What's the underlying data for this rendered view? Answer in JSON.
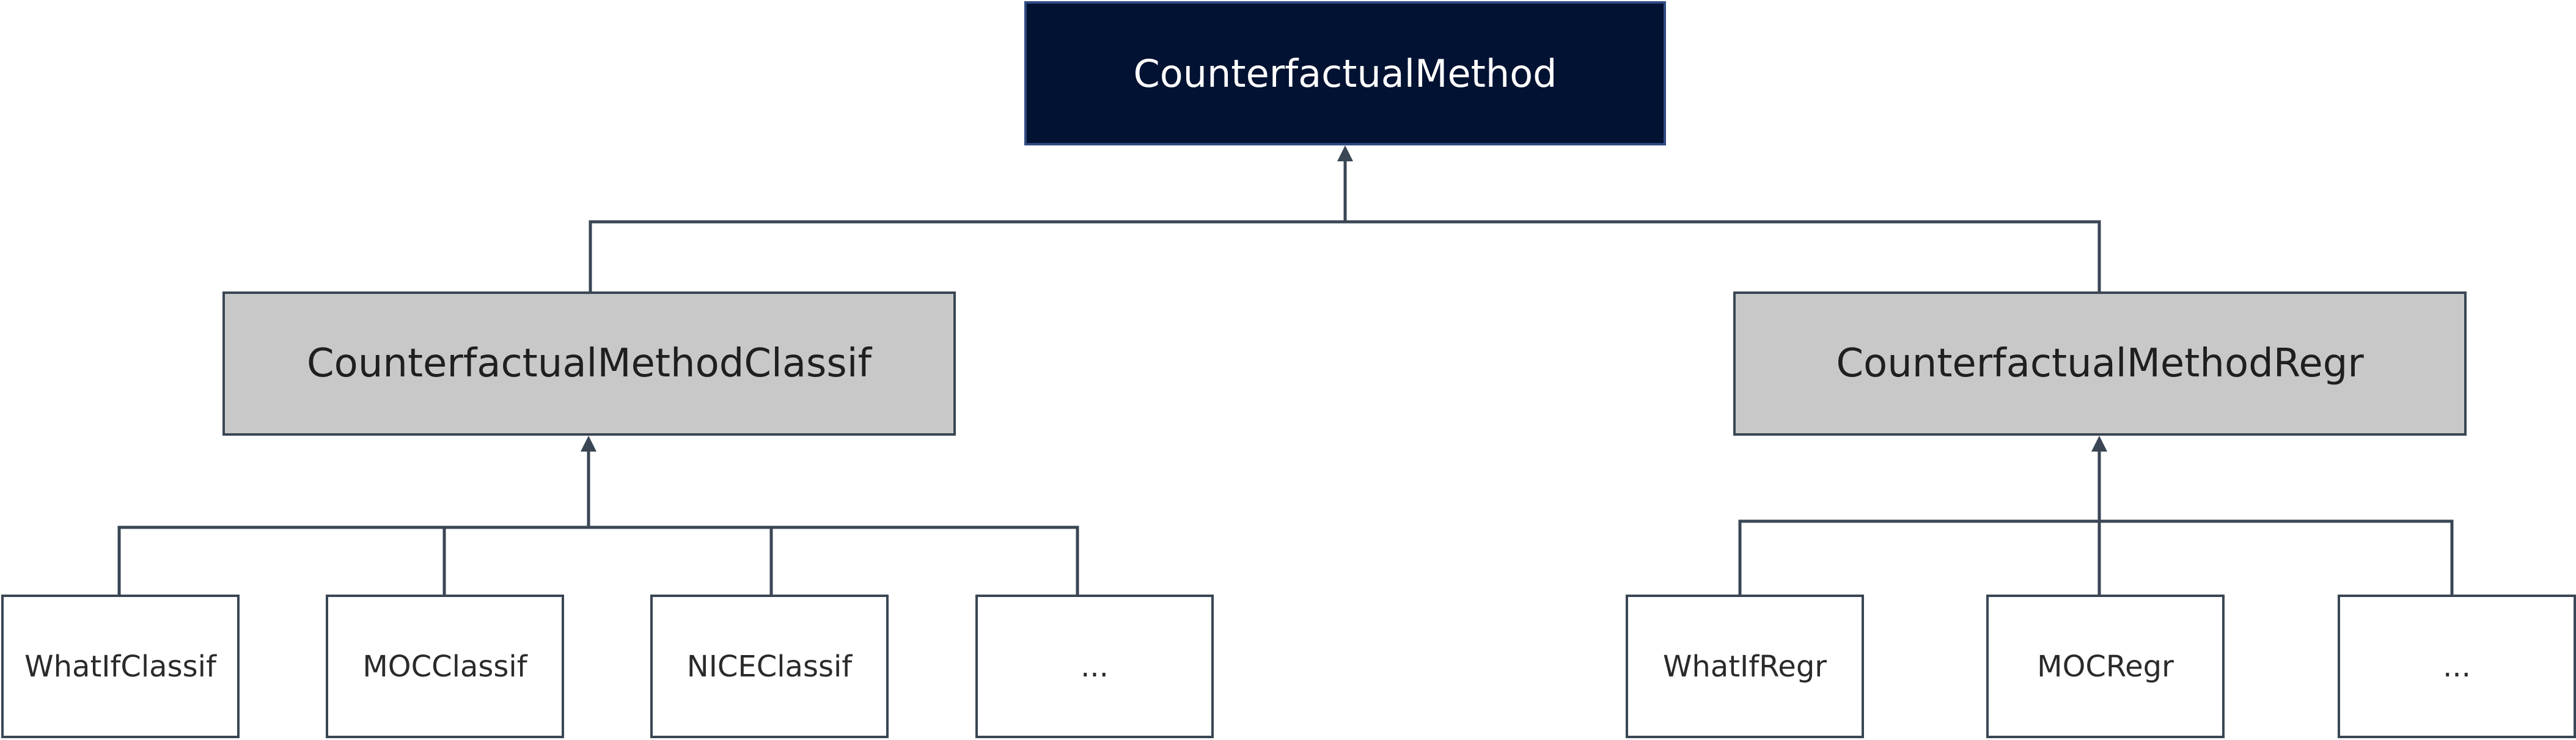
{
  "diagram": {
    "root": {
      "label": "CounterfactualMethod"
    },
    "classif": {
      "label": "CounterfactualMethodClassif",
      "children": [
        "WhatIfClassif",
        "MOCClassif",
        "NICEClassif",
        "..."
      ]
    },
    "regr": {
      "label": "CounterfactualMethodRegr",
      "children": [
        "WhatIfRegr",
        "MOCRegr",
        "..."
      ]
    },
    "colors": {
      "root_fill": "#021232",
      "root_border": "#2f4a82",
      "mid_fill": "#c8c8c8",
      "leaf_fill": "#ffffff",
      "line": "#3a4654"
    }
  }
}
